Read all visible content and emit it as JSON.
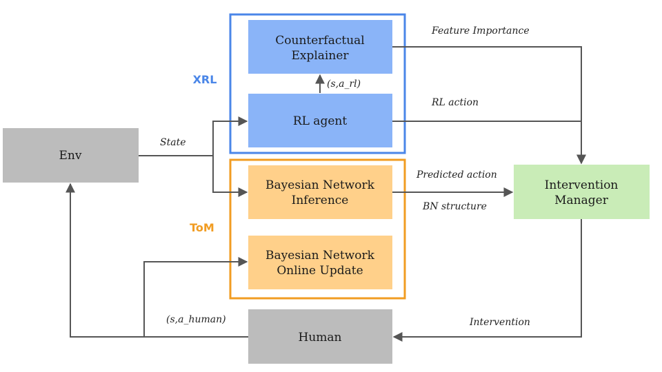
{
  "colors": {
    "xrl_frame": "#4a86e8",
    "tom_frame": "#f19c22",
    "blue_node": "#8ab4f8",
    "orange_node": "#ffd08a",
    "green_node": "#c9ecb7",
    "gray_node": "#bcbcbc",
    "edge": "#555555"
  },
  "groups": {
    "xrl": {
      "label": "XRL"
    },
    "tom": {
      "label": "ToM"
    }
  },
  "nodes": {
    "explainer": {
      "line1": "Counterfactual",
      "line2": "Explainer"
    },
    "rl_agent": {
      "line1": "RL agent"
    },
    "env": {
      "line1": "Env"
    },
    "bn_inference": {
      "line1": "Bayesian Network",
      "line2": "Inference"
    },
    "bn_update": {
      "line1": "Bayesian Network",
      "line2": "Online Update"
    },
    "intervention_manager": {
      "line1": "Intervention",
      "line2": "Manager"
    },
    "human": {
      "line1": "Human"
    }
  },
  "edges": {
    "feature_importance": "Feature Importance",
    "rl_action": "RL action",
    "state": "State",
    "s_a_rl": "(s,a_rl)",
    "predicted_action": "Predicted action",
    "bn_structure": "BN structure",
    "s_a_human": "(s,a_human)",
    "intervention": "Intervention"
  }
}
